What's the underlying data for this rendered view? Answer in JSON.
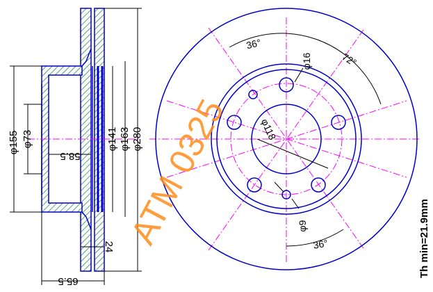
{
  "drawing": {
    "part_number_watermark": "ATM 0325",
    "min_thickness_label": "Th min=21.9mm",
    "colors": {
      "outline": "#0000cc",
      "center_lines": "#ff00ff",
      "hatch": "#2e8b57",
      "dimensions": "#000000",
      "watermark": "#ff8c1a"
    },
    "side_view_dimensions": {
      "d155": "φ155",
      "d73": "φ73",
      "depth_58_5": "58.5",
      "d141": "φ141",
      "d163": "φ163",
      "d280": "φ280",
      "width_24": "24",
      "height_65_5": "65.5"
    },
    "front_view_dimensions": {
      "angle_36_top": "36°",
      "hole_d16": "φ16",
      "angle_72": "72°",
      "pcd_118": "φ118",
      "hole_d9": "φ9",
      "angle_36_bottom": "36°"
    }
  }
}
